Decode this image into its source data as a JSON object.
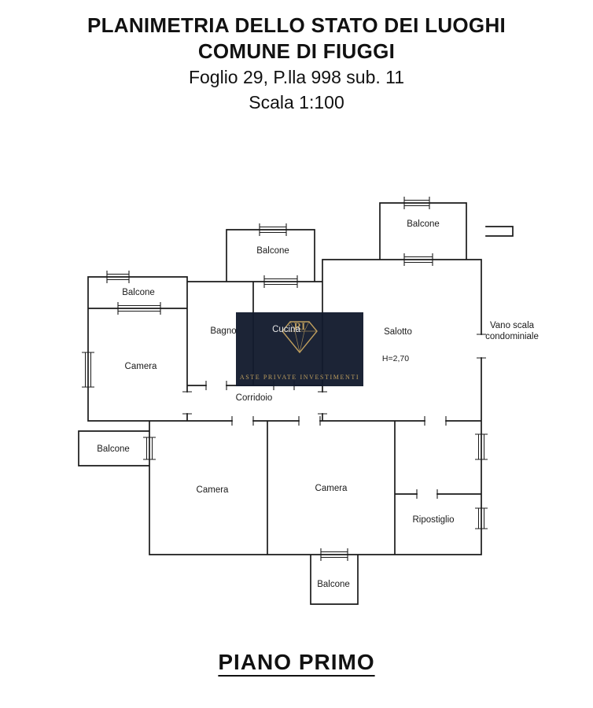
{
  "header": {
    "line1": "PLANIMETRIA DELLO STATO DEI LUOGHI",
    "line2": "COMUNE DI FIUGGI",
    "line3": "Foglio 29, P.lla 998 sub. 11",
    "line4": "Scala 1:100"
  },
  "plan": {
    "line_color": "#1a1a1a",
    "labels": {
      "balcone_top_right": "Balcone",
      "balcone_top_middle": "Balcone",
      "balcone_top_left": "Balcone",
      "bagno": "Bagno",
      "cucina": "Cucina",
      "salotto": "Salotto",
      "salotto_height": "H=2,70",
      "camera_top_left": "Camera",
      "vano_scala_line1": "Vano scala",
      "vano_scala_line2": "condominiale",
      "corridoio": "Corridoio",
      "balcone_left": "Balcone",
      "camera_bottom_left": "Camera",
      "camera_bottom_right": "Camera",
      "ripostiglio": "Ripostiglio",
      "balcone_bottom": "Balcone"
    }
  },
  "watermark": {
    "monogram": "RI",
    "caption": "ASTE PRIVATE INVESTIMENTI",
    "background": "#131c2e",
    "accent": "#bb9a58"
  },
  "footer": {
    "floor": "PIANO PRIMO"
  }
}
